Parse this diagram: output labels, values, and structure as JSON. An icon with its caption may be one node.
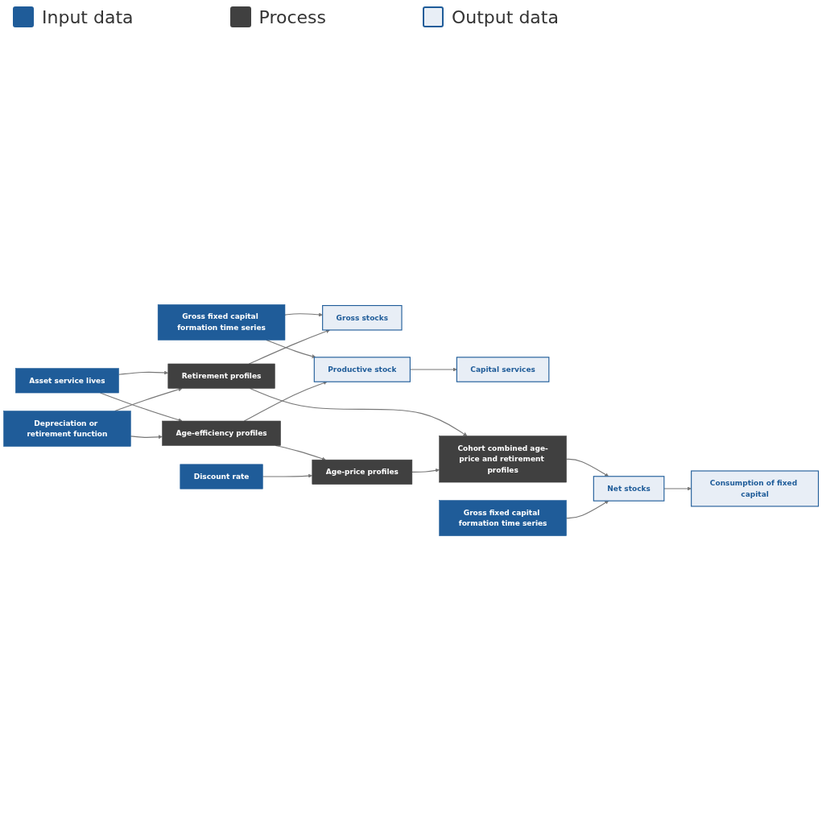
{
  "diagram": {
    "nodes": [
      {
        "text": [
          "Gross fixed capital formation time series"
        ]
      },
      {
        "text": [
          "Asset service lives"
        ]
      },
      {
        "text": [
          "Retirement profiles"
        ]
      },
      {
        "text": [
          "Gross stocks"
        ]
      },
      {
        "text": [
          "Depreciation or retirement function"
        ]
      },
      {
        "text": [
          "Age-efficiency profiles"
        ]
      },
      {
        "text": [
          "Productive stock"
        ]
      },
      {
        "text": [
          "Discount rate"
        ]
      },
      {
        "text": [
          "Age-price profiles"
        ]
      },
      {
        "text": [
          "Capital services"
        ]
      },
      {
        "text": [
          "Cohort combined age-price and retirement profiles"
        ]
      },
      {
        "text": [
          "Gross fixed capital formation time series"
        ]
      },
      {
        "text": [
          "Net stocks"
        ]
      },
      {
        "text": [
          "Consumption of fixed capital"
        ]
      }
    ],
    "edges": [
      {
        "from": 0,
        "to": 3,
        "arrow": "to"
      },
      {
        "from": 0,
        "to": 6,
        "arrow": "to"
      },
      {
        "from": 1,
        "to": 2,
        "arrow": "to"
      },
      {
        "from": 1,
        "to": 5,
        "arrow": "to"
      },
      {
        "from": 4,
        "to": 2,
        "arrow": "to"
      },
      {
        "from": 4,
        "to": 5,
        "arrow": "to"
      },
      {
        "from": 2,
        "to": 3,
        "arrow": "to"
      },
      {
        "from": 2,
        "to": 10,
        "arrow": "to"
      },
      {
        "from": 5,
        "to": 6,
        "arrow": "to"
      },
      {
        "from": 5,
        "to": 8,
        "arrow": "to"
      },
      {
        "from": 6,
        "to": 9,
        "arrow": "to"
      },
      {
        "from": 7,
        "to": 8,
        "arrow": "to"
      },
      {
        "from": 8,
        "to": 10,
        "arrow": "to"
      },
      {
        "from": 10,
        "to": 12,
        "arrow": "to"
      },
      {
        "from": 11,
        "to": 12,
        "arrow": "to"
      },
      {
        "from": 12,
        "to": 13,
        "arrow": "to"
      }
    ],
    "legend": [
      {
        "text": "Input data",
        "color": "#1f5c99"
      },
      {
        "text": "Process",
        "color": "#404040"
      },
      {
        "text": "Output data",
        "color": "#e8eef6"
      }
    ]
  }
}
